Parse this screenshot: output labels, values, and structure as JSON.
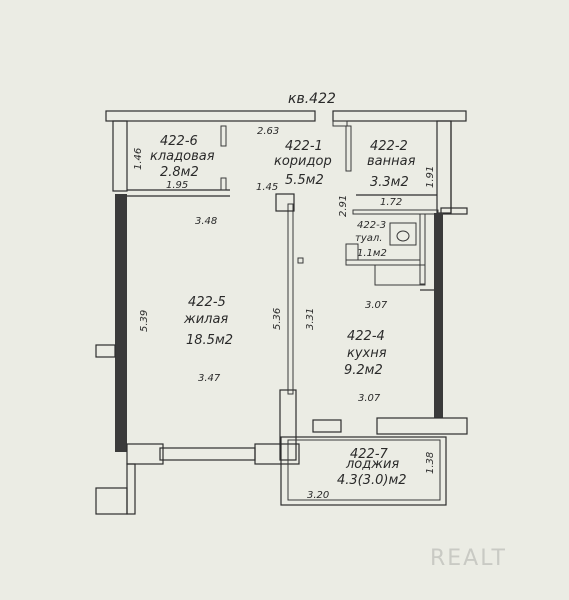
{
  "title": "кв.422",
  "rooms": [
    {
      "id": "422-6",
      "name": "кладовая",
      "area": "2.8м2"
    },
    {
      "id": "422-1",
      "name": "коридор",
      "area": "5.5м2"
    },
    {
      "id": "422-2",
      "name": "ванная",
      "area": "3.3м2"
    },
    {
      "id": "422-3",
      "name": "туал.",
      "area": "1.1м2"
    },
    {
      "id": "422-5",
      "name": "жилая",
      "area": "18.5м2"
    },
    {
      "id": "422-4",
      "name": "кухня",
      "area": "9.2м2"
    },
    {
      "id": "422-7",
      "name": "лоджия",
      "area": "4.3(3.0)м2"
    }
  ],
  "dimensions": [
    "2.63",
    "1.46",
    "1.95",
    "1.45",
    "1.91",
    "2.91",
    "1.72",
    "3.48",
    "5.39",
    "5.36",
    "3.31",
    "3.07",
    "3.47",
    "3.07",
    "3.20",
    "1.38"
  ],
  "watermark": "REALT"
}
